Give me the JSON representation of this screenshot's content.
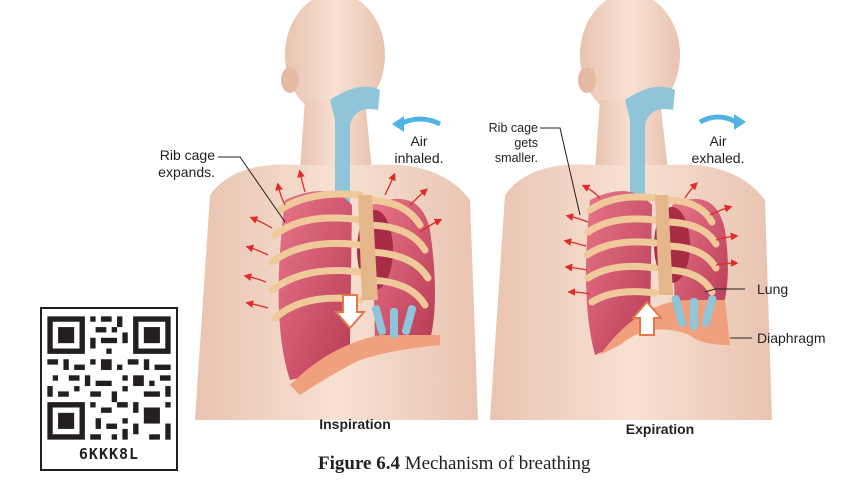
{
  "panels": {
    "inspiration": {
      "title": "Inspiration",
      "rib_label": [
        "Rib cage",
        "expands."
      ],
      "air_label": [
        "Air",
        "inhaled."
      ]
    },
    "expiration": {
      "title": "Expiration",
      "rib_label": [
        "Rib cage",
        "gets",
        "smaller."
      ],
      "air_label": [
        "Air",
        "exhaled."
      ],
      "lung_label": "Lung",
      "diaphragm_label": "Diaphragm"
    }
  },
  "qr": {
    "code": "6KKK8L"
  },
  "caption": {
    "number": "Figure 6.4",
    "text": "Mechanism of breathing"
  },
  "colors": {
    "skin": "#f2d5c4",
    "lung": "#d9566e",
    "rib": "#efc99a",
    "diaphragm": "#f0a07c",
    "airway": "#8fc4d9",
    "air_arrow": "#4fb3e3",
    "motion_arrow": "#e12a2a"
  }
}
